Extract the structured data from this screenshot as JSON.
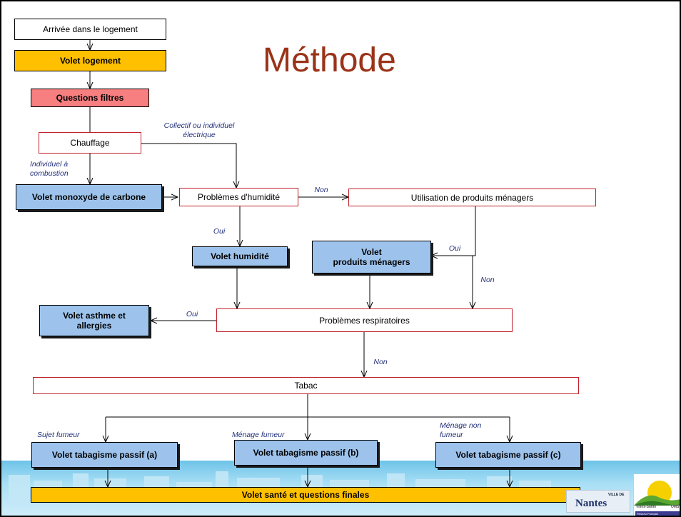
{
  "title": "Méthode",
  "boxes": {
    "arrivee": "Arrivée dans le logement",
    "volet_logement": "Volet logement",
    "questions_filtres": "Questions filtres",
    "chauffage": "Chauffage",
    "volet_monoxyde": "Volet monoxyde de carbone",
    "problemes_humidite": "Problèmes d'humidité",
    "utilisation_produits": "Utilisation de produits ménagers",
    "volet_humidite": "Volet humidité",
    "volet_produits_line1": "Volet",
    "volet_produits_line2": "produits ménagers",
    "volet_asthme_line1": "Volet asthme et",
    "volet_asthme_line2": "allergies",
    "problemes_respiratoires": "Problèmes respiratoires",
    "tabac": "Tabac",
    "volet_tabagisme_a": "Volet tabagisme passif (a)",
    "volet_tabagisme_b": "Volet tabagisme passif (b)",
    "volet_tabagisme_c": "Volet tabagisme passif (c)",
    "volet_sante": "Volet santé et questions finales"
  },
  "edge_labels": {
    "collectif_line1": "Collectif ou individuel",
    "collectif_line2": "électrique",
    "individuel_line1": "Individuel à",
    "individuel_line2": "combustion",
    "non_1": "Non",
    "oui_1": "Oui",
    "oui_2": "Oui",
    "non_2": "Non",
    "oui_3": "Oui",
    "non_3": "Non",
    "sujet_fumeur": "Sujet fumeur",
    "menage_fumeur": "Ménage fumeur",
    "menage_non_fumeur_line1": "Ménage non",
    "menage_non_fumeur_line2": "fumeur"
  },
  "logos": {
    "ville_de": "VILLE DE",
    "nantes": "Nantes",
    "villes_sante": "Villes-Santé",
    "oms": "OMS",
    "reseau": "Réseau Français"
  },
  "colors": {
    "title": "#9a3318",
    "label": "#23307a",
    "orange": "#ffc000",
    "salmon": "#f77f80",
    "blue": "#9dc3ec",
    "red_border": "#c0202a"
  }
}
